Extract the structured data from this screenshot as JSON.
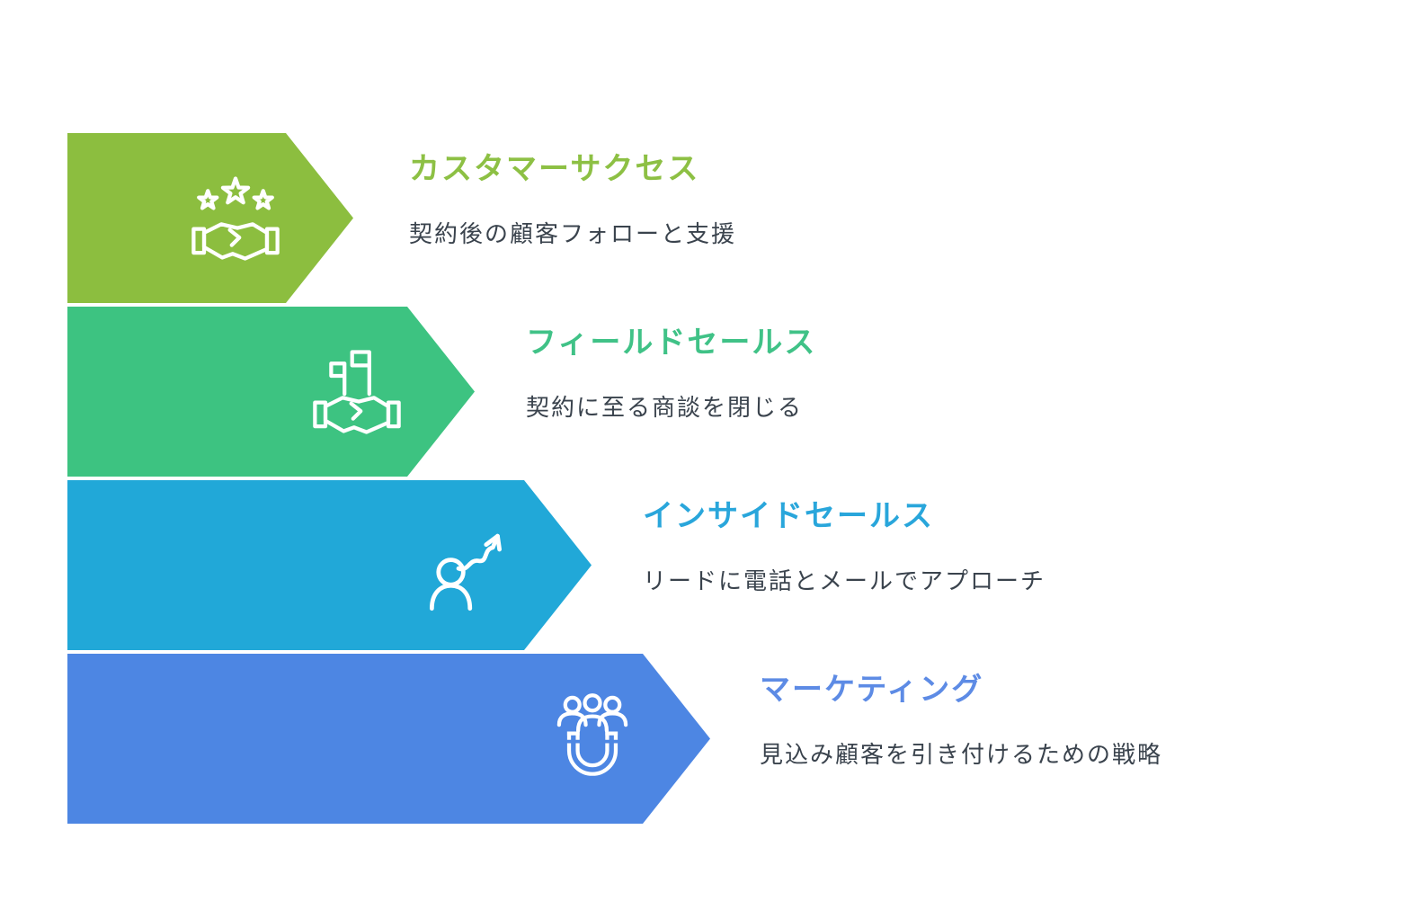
{
  "page": {
    "background_color": "#ffffff",
    "subtitle_color": "#3A434D"
  },
  "rows": [
    {
      "title": "カスタマーサクセス",
      "subtitle": "契約後の顧客フォローと支援",
      "arrow_color": "#8CBE3F",
      "title_color": "#8DC044",
      "icon": "stars-handshake-icon"
    },
    {
      "title": "フィールドセールス",
      "subtitle": "契約に至る商談を閉じる",
      "arrow_color": "#3DC381",
      "title_color": "#40C287",
      "icon": "flags-handshake-icon"
    },
    {
      "title": "インサイドセールス",
      "subtitle": "リードに電話とメールでアプローチ",
      "arrow_color": "#21A8D8",
      "title_color": "#29A6DB",
      "icon": "person-arrow-icon"
    },
    {
      "title": "マーケティング",
      "subtitle": "見込み顧客を引き付けるための戦略",
      "arrow_color": "#4D86E3",
      "title_color": "#5D8BE5",
      "icon": "magnet-people-icon"
    }
  ]
}
